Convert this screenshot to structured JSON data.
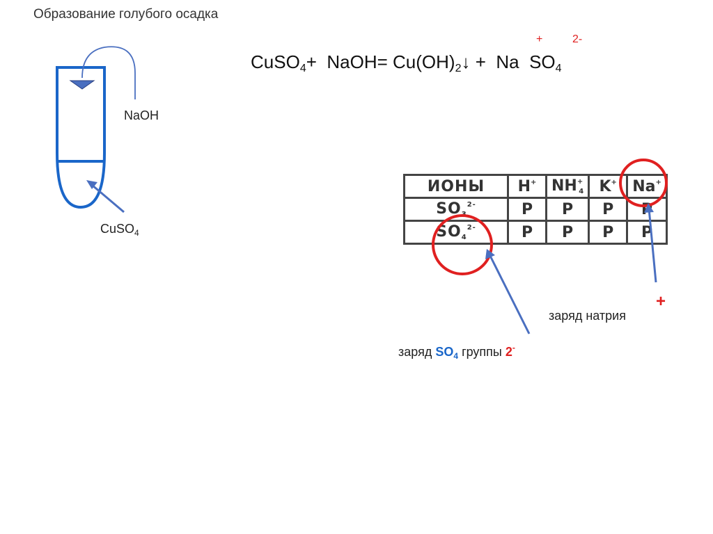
{
  "title": "Образование голубого осадка",
  "equation": {
    "reactant1": "CuSO",
    "reactant1_sub": "4",
    "plus1": "+",
    "reactant2": "NaOH=",
    "product1": "Cu(OH)",
    "product1_sub": "2",
    "arrow": "↓",
    "plus2": "+",
    "product2a": "Na",
    "product2b": "SO",
    "product2b_sub": "4",
    "charge_na": "+",
    "charge_so4": "2-"
  },
  "labels": {
    "naoh": "NaOH",
    "cuso4": "CuSO",
    "cuso4_sub": "4"
  },
  "ion_table": {
    "header": [
      "ИОНЫ",
      "H",
      "NH",
      "K",
      "Na"
    ],
    "header_sup": [
      "",
      "+",
      "+",
      "+",
      "+"
    ],
    "header_sub": [
      "",
      "",
      "4",
      "",
      ""
    ],
    "rows": [
      {
        "ion": "SO",
        "ion_sub": "3",
        "ion_sup": "2-",
        "values": [
          "P",
          "P",
          "P",
          "P"
        ]
      },
      {
        "ion": "SO",
        "ion_sub": "4",
        "ion_sup": "2-",
        "values": [
          "P",
          "P",
          "P",
          "P"
        ]
      }
    ]
  },
  "annotations": {
    "sodium_charge": "заряд натрия",
    "sodium_sign": "+",
    "so4_prefix": "заряд",
    "so4_group": "SO",
    "so4_group_sub": "4",
    "so4_suffix": "группы",
    "so4_value": "2",
    "so4_value_sup": "-"
  },
  "colors": {
    "tube": "#1a66c9",
    "arrow": "#4a6fc0",
    "circle": "#e02020",
    "accent_blue": "#1a66c9",
    "accent_red": "#e02020"
  }
}
